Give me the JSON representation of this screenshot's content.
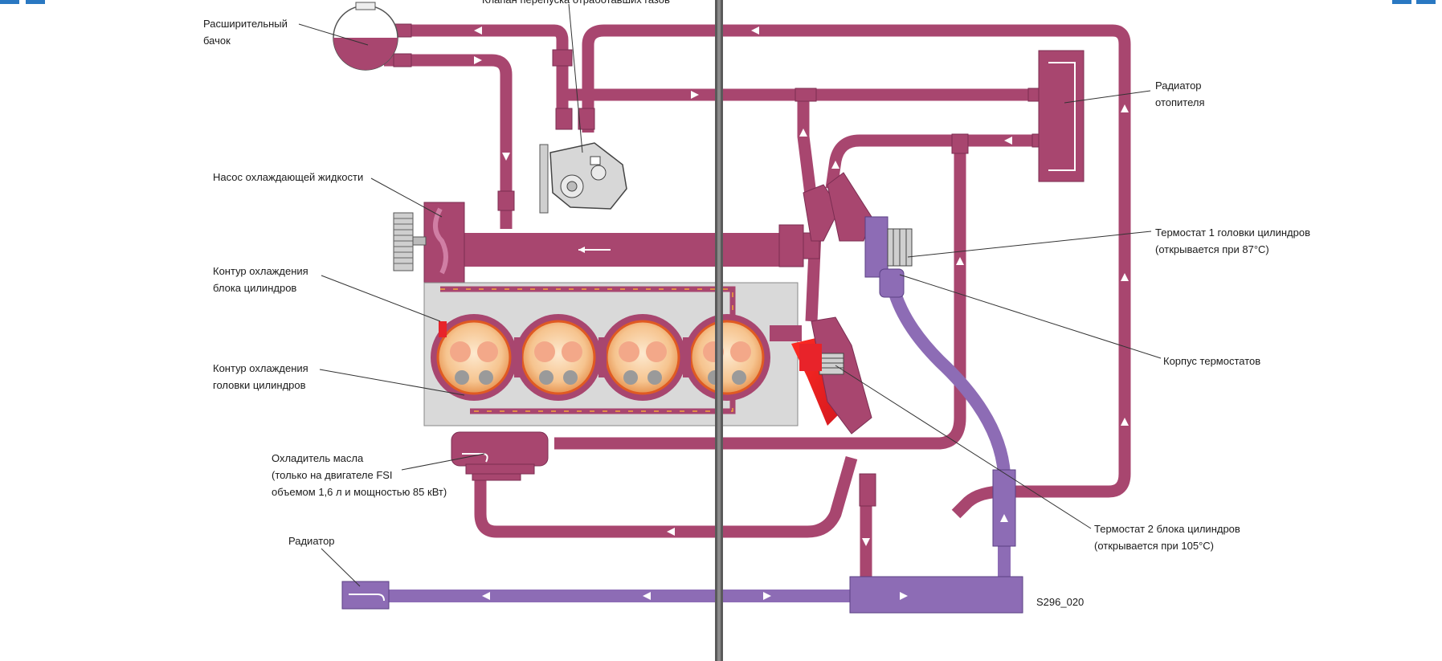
{
  "labels": {
    "expansion_tank": [
      "Расширительный",
      "бачок"
    ],
    "bypass_valve": "Клапан перепуска отработавших газов",
    "heater_radiator": [
      "Радиатор",
      "отопителя"
    ],
    "coolant_pump": "Насос охлаждающей жидкости",
    "block_circuit": [
      "Контур охлаждения",
      "блока цилиндров"
    ],
    "head_circuit": [
      "Контур охлаждения",
      "головки цилиндров"
    ],
    "thermostat_1": [
      "Термостат 1 головки цилиндров",
      "(открывается при 87°C)"
    ],
    "thermostat_housing": "Корпус термостатов",
    "oil_cooler": [
      "Охладитель масла",
      "(только на двигателе FSI",
      "объемом 1,6 л и мощностью 85 кВт)"
    ],
    "radiator": "Радиатор",
    "thermostat_2": [
      "Термостат 2 блока цилиндров",
      "(открывается при 105°C)"
    ],
    "figure_code": "S296_020"
  },
  "colors": {
    "hot_coolant": "#a8466f",
    "cold_coolant": "#8d6cb5",
    "hot_spot": "#e8232a",
    "engine_block": "#d9d9d9",
    "corner_tab": "#2a78c2",
    "page_seam": "#5a5a5a"
  }
}
